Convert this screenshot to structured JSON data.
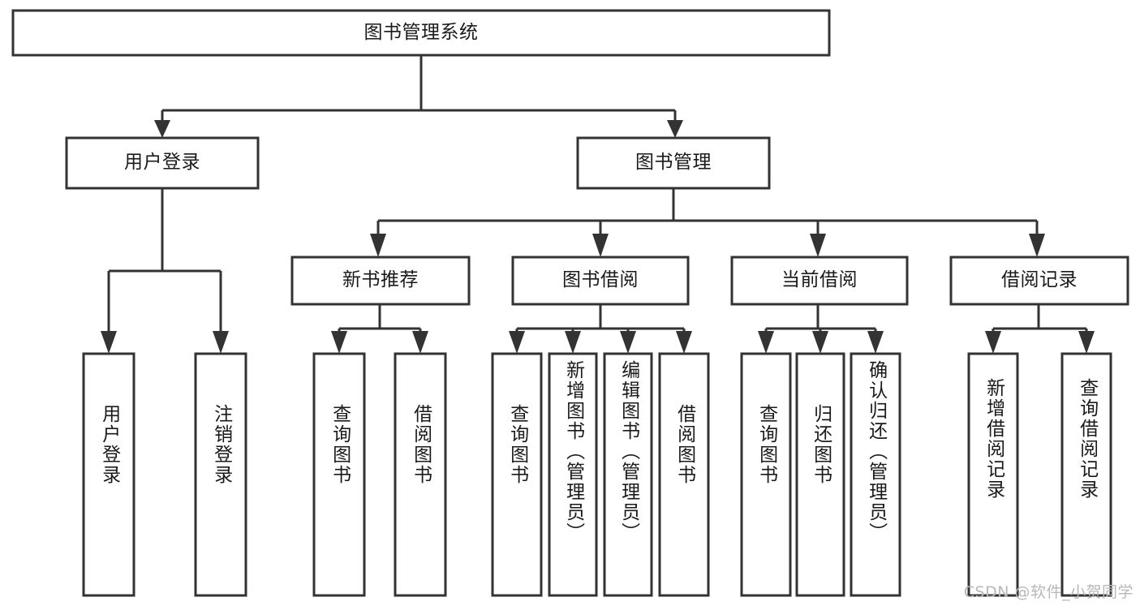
{
  "diagram": {
    "title": "图书管理系统",
    "type": "tree",
    "colors": {
      "box_stroke": "#333333",
      "box_fill": "#ffffff",
      "line": "#333333",
      "text": "#1a1a1a",
      "watermark": "#b8b8b8",
      "background": "#ffffff"
    },
    "nodes": {
      "root": {
        "label": "图书管理系统",
        "orientation": "horizontal"
      },
      "level2": [
        {
          "id": "user-login",
          "label": "用户登录",
          "orientation": "horizontal"
        },
        {
          "id": "book-management",
          "label": "图书管理",
          "orientation": "horizontal"
        }
      ],
      "level3": [
        {
          "id": "new-book-recommend",
          "label": "新书推荐",
          "orientation": "horizontal"
        },
        {
          "id": "book-borrow",
          "label": "图书借阅",
          "orientation": "horizontal"
        },
        {
          "id": "current-borrow",
          "label": "当前借阅",
          "orientation": "horizontal"
        },
        {
          "id": "borrow-record",
          "label": "借阅记录",
          "orientation": "horizontal"
        }
      ],
      "leaves": [
        {
          "id": "leaf-user-login",
          "label": "用户登录",
          "parent": "user-login",
          "orientation": "vertical"
        },
        {
          "id": "leaf-logout-login",
          "label": "注销登录",
          "parent": "user-login",
          "orientation": "vertical"
        },
        {
          "id": "leaf-query-book-1",
          "label": "查询图书",
          "parent": "new-book-recommend",
          "orientation": "vertical"
        },
        {
          "id": "leaf-borrow-book-1",
          "label": "借阅图书",
          "parent": "new-book-recommend",
          "orientation": "vertical"
        },
        {
          "id": "leaf-query-book-2",
          "label": "查询图书",
          "parent": "book-borrow",
          "orientation": "vertical"
        },
        {
          "id": "leaf-add-book",
          "label": "新增图书（管理员）",
          "parent": "book-borrow",
          "orientation": "vertical"
        },
        {
          "id": "leaf-edit-book",
          "label": "编辑图书（管理员）",
          "parent": "book-borrow",
          "orientation": "vertical"
        },
        {
          "id": "leaf-borrow-book-2",
          "label": "借阅图书",
          "parent": "book-borrow",
          "orientation": "vertical"
        },
        {
          "id": "leaf-query-book-3",
          "label": "查询图书",
          "parent": "current-borrow",
          "orientation": "vertical"
        },
        {
          "id": "leaf-return-book",
          "label": "归还图书",
          "parent": "current-borrow",
          "orientation": "vertical"
        },
        {
          "id": "leaf-confirm-return",
          "label": "确认归还（管理员）",
          "parent": "current-borrow",
          "orientation": "vertical"
        },
        {
          "id": "leaf-add-borrow-record",
          "label": "新增借阅记录",
          "parent": "borrow-record",
          "orientation": "vertical"
        },
        {
          "id": "leaf-query-borrow-record",
          "label": "查询借阅记录",
          "parent": "borrow-record",
          "orientation": "vertical"
        }
      ]
    },
    "watermark": "CSDN @软件_小贺同学"
  }
}
